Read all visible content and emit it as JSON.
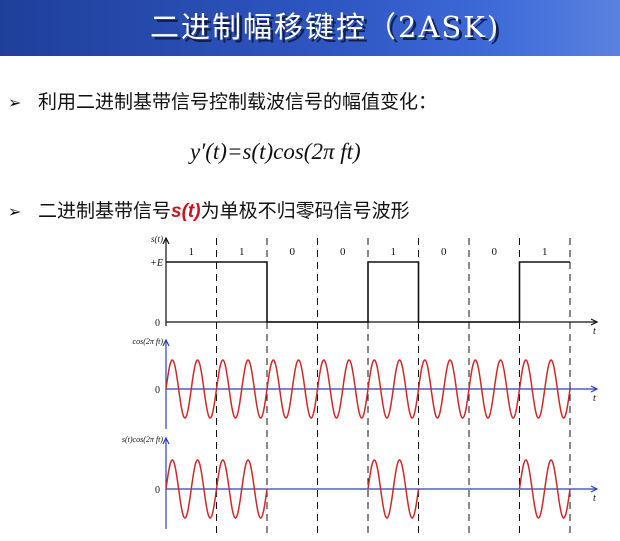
{
  "title": "二进制幅移键控（2ASK)",
  "bullets": [
    {
      "marker": "➢",
      "text": "利用二进制基带信号控制载波信号的幅值变化："
    },
    {
      "marker": "➢",
      "text_before": "二进制基带信号",
      "highlight": "s(t)",
      "text_after": "为单极不归零码信号波形"
    }
  ],
  "formula": "y′(t)=s(t)cos(2π ft)",
  "chart_data": {
    "type": "line",
    "bits": [
      "1",
      "1",
      "0",
      "0",
      "1",
      "0",
      "0",
      "1"
    ],
    "carrier_cycles_per_bit": 2,
    "colors": {
      "axis": "#2b3fbf",
      "signal_red": "#cc2a2a",
      "baseband": "#111111"
    },
    "panels": [
      {
        "name": "baseband",
        "ylabel": "s(t)",
        "level_label": "+E",
        "zero_label": "0",
        "xlabel": "t"
      },
      {
        "name": "carrier",
        "ylabel": "cos(2π ft)",
        "zero_label": "0",
        "xlabel": "t"
      },
      {
        "name": "modulated",
        "ylabel": "s(t)cos(2π ft)",
        "zero_label": "0",
        "xlabel": "t"
      }
    ]
  }
}
